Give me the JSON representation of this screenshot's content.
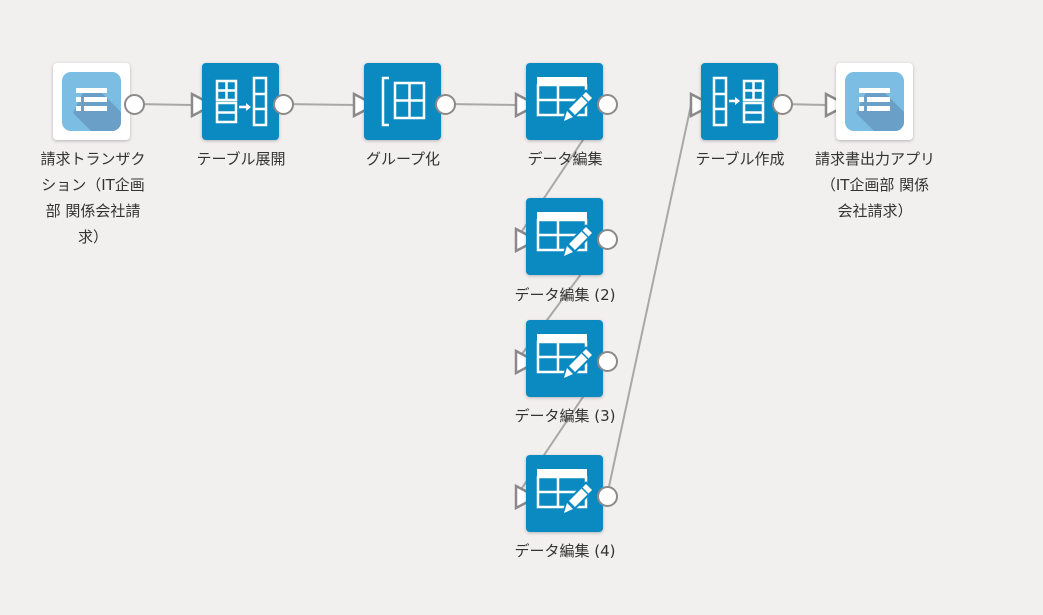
{
  "diagram": {
    "background": "#f2efef",
    "node_color": "#0a8ac0",
    "app_icon_color": "#7bbde3",
    "edge_color": "#a8a8a8",
    "nodes": [
      {
        "id": "n1",
        "label": "請求トランザクション（IT企画部 関係会社請求）",
        "type": "app",
        "icon": "list-app-icon"
      },
      {
        "id": "n2",
        "label": "テーブル展開",
        "type": "transform",
        "icon": "table-expand-icon"
      },
      {
        "id": "n3",
        "label": "グループ化",
        "type": "transform",
        "icon": "group-icon"
      },
      {
        "id": "n4",
        "label": "データ編集",
        "type": "transform",
        "icon": "data-edit-icon"
      },
      {
        "id": "n5",
        "label": "データ編集 (2)",
        "type": "transform",
        "icon": "data-edit-icon"
      },
      {
        "id": "n6",
        "label": "データ編集 (3)",
        "type": "transform",
        "icon": "data-edit-icon"
      },
      {
        "id": "n7",
        "label": "データ編集 (4)",
        "type": "transform",
        "icon": "data-edit-icon"
      },
      {
        "id": "n8",
        "label": "テーブル作成",
        "type": "transform",
        "icon": "table-create-icon"
      },
      {
        "id": "n9",
        "label": "請求書出力アプリ（IT企画部 関係会社請求）",
        "type": "app",
        "icon": "list-app-icon"
      }
    ],
    "edges": [
      [
        "n1",
        "n2"
      ],
      [
        "n2",
        "n3"
      ],
      [
        "n3",
        "n4"
      ],
      [
        "n4",
        "n5"
      ],
      [
        "n5",
        "n6"
      ],
      [
        "n6",
        "n7"
      ],
      [
        "n7",
        "n8"
      ],
      [
        "n8",
        "n9"
      ]
    ]
  }
}
